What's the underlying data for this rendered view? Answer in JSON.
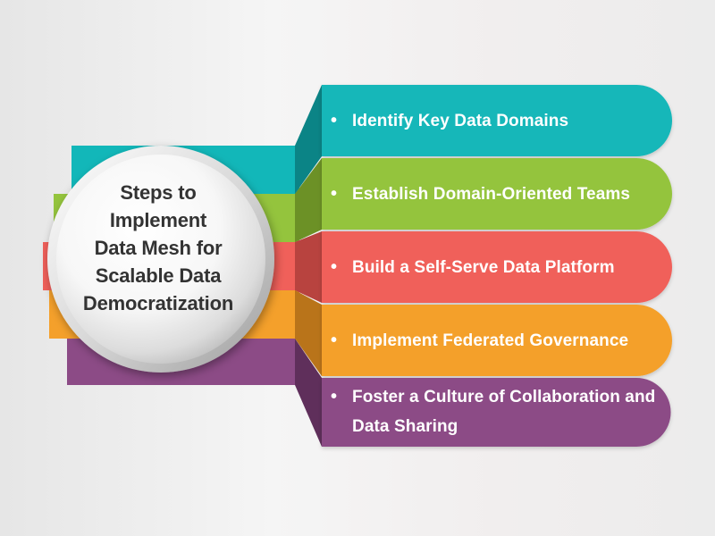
{
  "title_lines": [
    "Steps to",
    "Implement",
    "Data Mesh for",
    "Scalable Data",
    "Democratization"
  ],
  "steps": [
    {
      "bullet": "•",
      "label": "Identify Key Data Domains",
      "color": "#12b7b9",
      "shade": "#0b8486"
    },
    {
      "bullet": "•",
      "label": "Establish Domain-Oriented Teams",
      "color": "#94c43d",
      "shade": "#6c9126"
    },
    {
      "bullet": "•",
      "label": "Build a Self-Serve Data Platform",
      "color": "#f0605a",
      "shade": "#b8433f"
    },
    {
      "bullet": "•",
      "label": "Implement Federated Governance",
      "color": "#f4a02b",
      "shade": "#b9741a"
    },
    {
      "bullet": "•",
      "label": "Foster a Culture of Collaboration and Data Sharing",
      "color": "#8c4b86",
      "shade": "#5f2f5b"
    }
  ]
}
